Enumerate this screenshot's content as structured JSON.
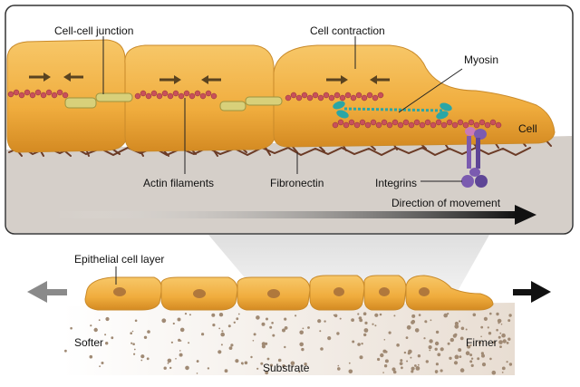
{
  "labels": {
    "cell_cell_junction": "Cell-cell junction",
    "cell_contraction": "Cell contraction",
    "myosin": "Myosin",
    "cell": "Cell",
    "actin_filaments": "Actin filaments",
    "fibronectin": "Fibronectin",
    "integrins": "Integrins",
    "direction_of_movement": "Direction of movement",
    "epithelial_cell_layer": "Epithelial cell layer",
    "softer": "Softer",
    "firmer": "Firmer",
    "substrate": "Substrate"
  },
  "colors": {
    "cell_fill": "#f2b54a",
    "cell_shade": "#d98f26",
    "actin": "#c8505a",
    "myosin": "#2aa6a6",
    "integrin": "#7b5bb0",
    "fibronectin": "#6b3b26",
    "substrate": "#d8d2cc",
    "panel_border": "#333333",
    "junction": "#d8d07a",
    "arrow_grey": "#8a8a8a",
    "arrow_black": "#111111"
  }
}
